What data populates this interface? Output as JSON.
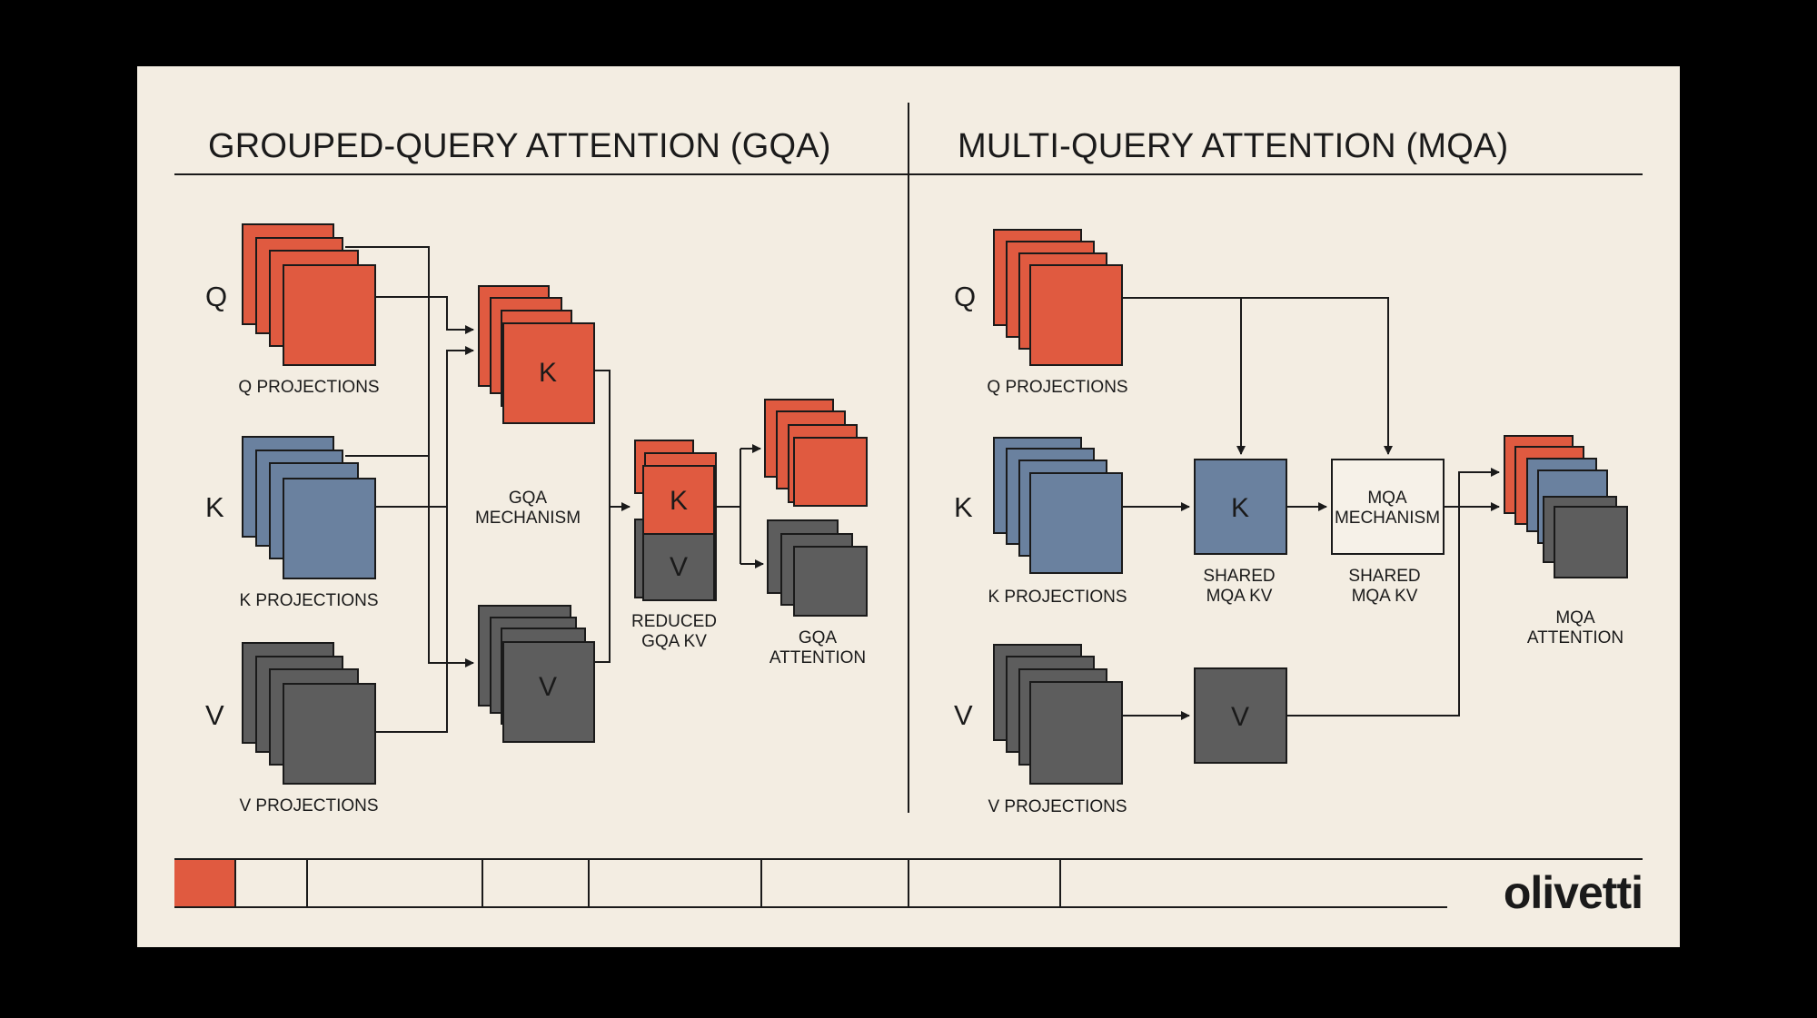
{
  "colors": {
    "frame": "#000000",
    "paper": "#f3ede2",
    "query": "#e05a40",
    "key": "#6a819f",
    "value": "#5d5d5d",
    "ink": "#1a1a1a"
  },
  "gqa": {
    "title": "GROUPED-QUERY ATTENTION (GQA)",
    "row_q": "Q",
    "row_k": "K",
    "row_v": "V",
    "q_projections": "Q PROJECTIONS",
    "k_projections": "K PROJECTIONS",
    "v_projections": "V PROJECTIONS",
    "group_k_label": "K",
    "group_v_label": "V",
    "mechanism": [
      "GQA",
      "MECHANISM"
    ],
    "reduced_k_label": "K",
    "reduced_v_label": "V",
    "reduced_kv": [
      "REDUCED",
      "GQA KV"
    ],
    "attention": [
      "GQA",
      "ATTENTION"
    ]
  },
  "mqa": {
    "title": "MULTI-QUERY ATTENTION (MQA)",
    "row_q": "Q",
    "row_k": "K",
    "row_v": "V",
    "q_projections": "Q PROJECTIONS",
    "k_projections": "K PROJECTIONS",
    "v_projections": "V PROJECTIONS",
    "shared_k_label": "K",
    "shared_v_label": "V",
    "shared_kv_1": [
      "SHARED",
      "MQA KV"
    ],
    "mechanism": [
      "MQA",
      "MECHANISM"
    ],
    "shared_kv_2": [
      "SHARED",
      "MQA KV"
    ],
    "attention": [
      "MQA",
      "ATTENTION"
    ]
  },
  "brand": {
    "logo": "olivetti"
  }
}
